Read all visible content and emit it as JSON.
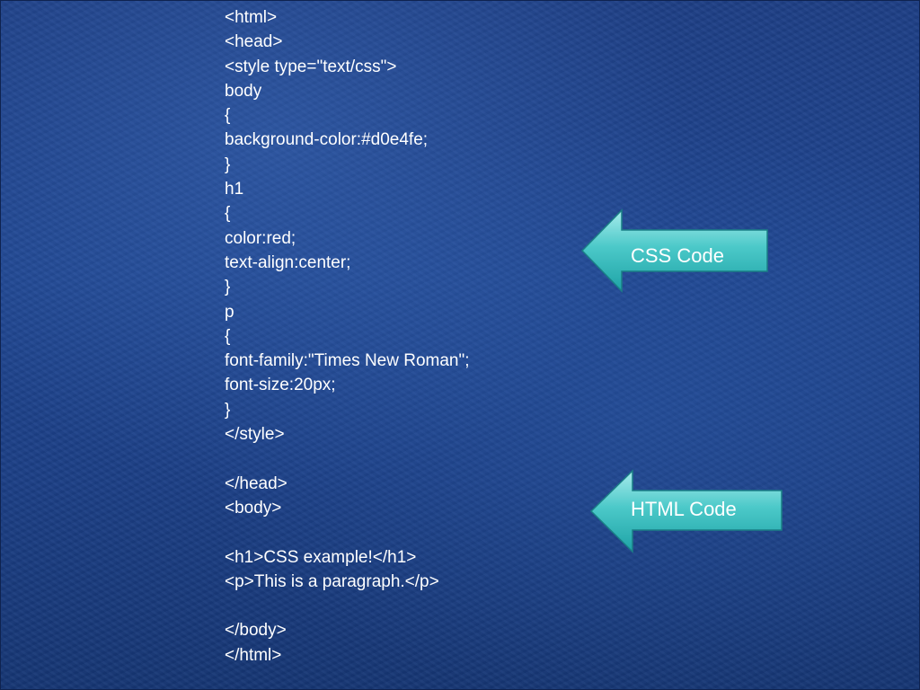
{
  "slide": {
    "code_lines": [
      "<html>",
      "<head>",
      "<style type=\"text/css\">",
      "body",
      "{",
      "background-color:#d0e4fe;",
      "}",
      "h1",
      "{",
      "color:red;",
      "text-align:center;",
      "}",
      "p",
      "{",
      "font-family:\"Times New Roman\";",
      "font-size:20px;",
      "}",
      "</style>",
      "",
      "</head>",
      "<body>",
      "",
      "<h1>CSS example!</h1>",
      "<p>This is a paragraph.</p>",
      "",
      "</body>",
      "</html>"
    ],
    "callouts": {
      "css": {
        "label": "CSS Code",
        "icon": "left-arrow-callout-icon"
      },
      "html": {
        "label": "HTML Code",
        "icon": "left-arrow-callout-icon"
      }
    },
    "colors": {
      "background": "#1f4590",
      "text": "#ffffff",
      "callout_fill": "#2bb6b6",
      "callout_highlight": "#a8ecec"
    }
  }
}
